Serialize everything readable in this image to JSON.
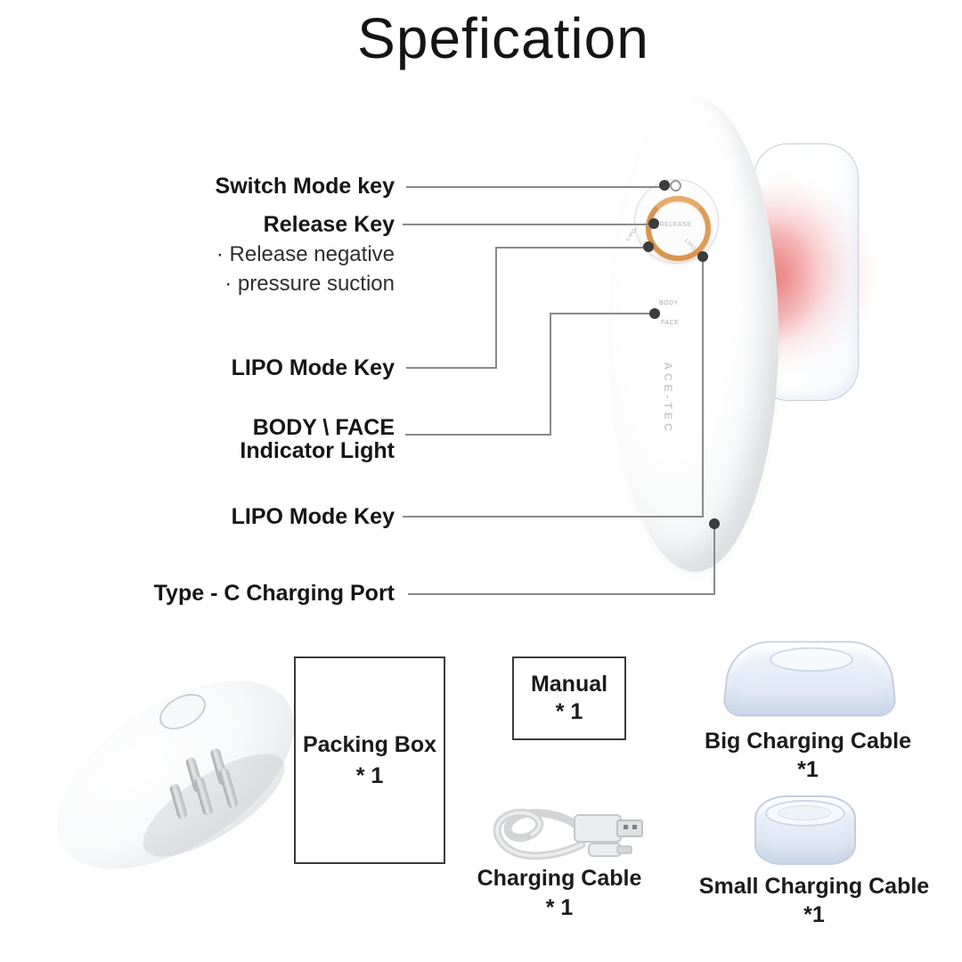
{
  "title": "Spefication",
  "callouts": {
    "switch_mode": "Switch Mode key",
    "release": "Release Key",
    "release_sub1": "·  Release negative",
    "release_sub2": "·  pressure suction",
    "lipo1": "LIPO Mode Key",
    "body_face_line1": "BODY \\ FACE",
    "body_face_line2": "Indicator Light",
    "lipo2": "LIPO Mode Key",
    "type_c": "Type - C Charging Port"
  },
  "device": {
    "brand": "ACE-TEC",
    "release_button": "RELEASE",
    "lipo_minus": "LIPO-",
    "lipo_plus": "LIPO+",
    "body_label": "BODY",
    "face_label": "FACE"
  },
  "package": {
    "packing_box": {
      "name": "Packing Box",
      "qty": "* 1"
    },
    "manual": {
      "name": "Manual",
      "qty": "* 1"
    },
    "charging_cable": {
      "name": "Charging Cable",
      "qty": "* 1"
    },
    "big_cup": {
      "name": "Big Charging Cable",
      "qty": "*1"
    },
    "small_cup": {
      "name": "Small Charging Cable",
      "qty": "*1"
    }
  },
  "colors": {
    "accent_ring": "#d9954f",
    "glow_red": "#eb5f5f",
    "callout_line": "#8a8a8a",
    "text": "#1b1b1b"
  }
}
